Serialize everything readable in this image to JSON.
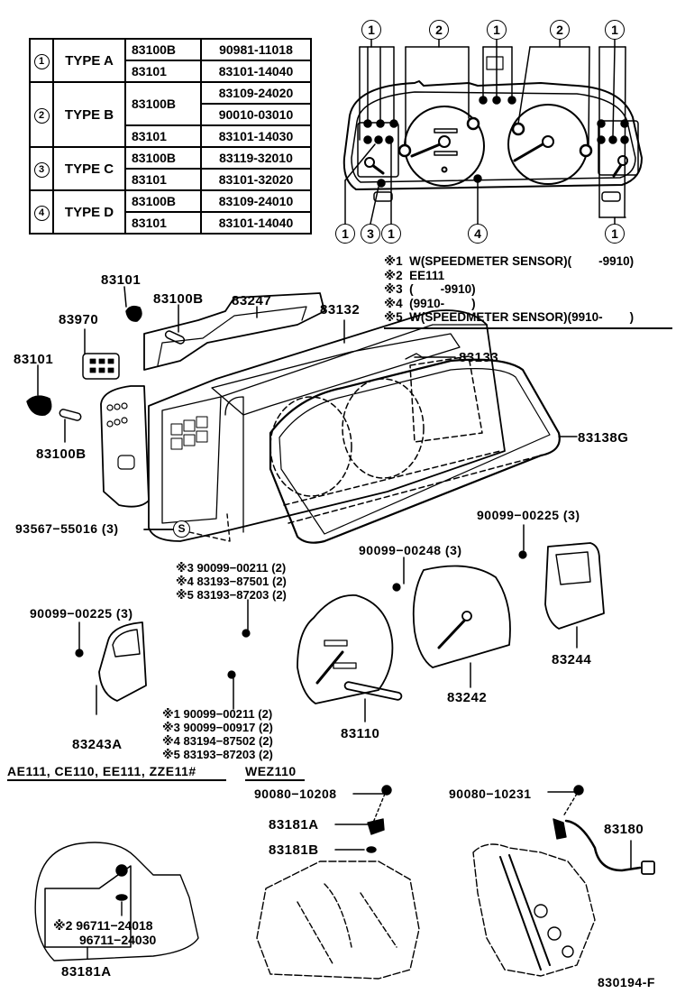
{
  "type_table": {
    "rows": [
      {
        "num": "1",
        "type": "TYPE A",
        "parts": [
          {
            "part_no": "83100B",
            "codes": [
              "90981-11018"
            ]
          },
          {
            "part_no": "83101",
            "codes": [
              "83101-14040"
            ]
          }
        ]
      },
      {
        "num": "2",
        "type": "TYPE B",
        "parts": [
          {
            "part_no": "83100B",
            "codes": [
              "83109-24020",
              "90010-03010"
            ]
          },
          {
            "part_no": "83101",
            "codes": [
              "83101-14030"
            ]
          }
        ]
      },
      {
        "num": "3",
        "type": "TYPE C",
        "parts": [
          {
            "part_no": "83100B",
            "codes": [
              "83119-32010"
            ]
          },
          {
            "part_no": "83101",
            "codes": [
              "83101-32020"
            ]
          }
        ]
      },
      {
        "num": "4",
        "type": "TYPE D",
        "parts": [
          {
            "part_no": "83100B",
            "codes": [
              "83109-24010"
            ]
          },
          {
            "part_no": "83101",
            "codes": [
              "83101-14040"
            ]
          }
        ]
      }
    ]
  },
  "cluster_callouts": {
    "top": [
      "1",
      "2",
      "1",
      "2",
      "1"
    ],
    "bottom": [
      "1",
      "3",
      "1",
      "4",
      "1"
    ]
  },
  "notes": [
    "※1  W(SPEEDMETER SENSOR)(        -9910)",
    "※2  EE111",
    "※3  (        -9910)",
    "※4  (9910-        )",
    "※5  W(SPEEDMETER SENSOR)(9910-        )"
  ],
  "labels": {
    "p83101_top": "83101",
    "p83100b_top": "83100B",
    "p83247": "83247",
    "p83132": "83132",
    "p83970": "83970",
    "p83101_left": "83101",
    "p83133": "83133",
    "p83100b_left": "83100B",
    "p83138g": "83138G",
    "screw_93567": "93567−55016 (3)",
    "screw_s_symbol": "S",
    "screw_90099_00225_right": "90099−00225 (3)",
    "screw_90099_00248": "90099−00248 (3)",
    "screw_90099_00225_left": "90099−00225 (3)",
    "p83244": "83244",
    "p83242": "83242",
    "p83243a": "83243A",
    "p83110": "83110"
  },
  "screw_group_upper": [
    "※3  90099−00211 (2)",
    "※4  83193−87501 (2)",
    "※5  83193−87203 (2)"
  ],
  "screw_group_lower": [
    "※1  90099−00211 (2)",
    "※3  90099−00917 (2)",
    "※4  83194−87502 (2)",
    "※5  83193−87203 (2)"
  ],
  "models": {
    "group_a": "AE111, CE110, EE111, ZZE11#",
    "group_b": "WEZ110"
  },
  "sensors": {
    "bolt_left": "90080−10208",
    "p83181a_mid": "83181A",
    "p83181b": "83181B",
    "bolt_right": "90080−10231",
    "p83180": "83180",
    "gear_note_1": "※2 96711−24018",
    "gear_note_2": "96711−24030",
    "p83181a_bottom": "83181A"
  },
  "figure_id": "830194-F"
}
